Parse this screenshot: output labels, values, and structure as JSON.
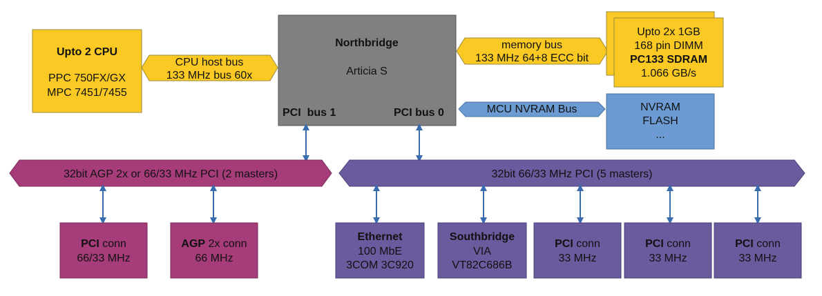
{
  "cpu": {
    "title": "Upto 2 CPU",
    "line1": "PPC 750FX/GX",
    "line2": "MPC 7451/7455"
  },
  "cpu_bus": {
    "line1": "CPU host bus",
    "line2": "133 MHz bus 60x"
  },
  "northbridge": {
    "title": "Northbridge",
    "chip": "Articia S",
    "pci1": "PCI  bus 1",
    "pci0": "PCI bus 0"
  },
  "memory_bus": {
    "line1": "memory bus",
    "line2": "133 MHz 64+8 ECC bit"
  },
  "sdram": {
    "line1": "Upto 2x 1GB",
    "line2": "168 pin DIMM",
    "line3": "PC133 SDRAM",
    "line4": "1.066 GB/s"
  },
  "mcu_bus": {
    "label": "MCU NVRAM Bus"
  },
  "nvram": {
    "line1": "NVRAM",
    "line2": "FLASH",
    "line3": "..."
  },
  "agp_bus": {
    "label": "32bit AGP 2x or 66/33 MHz PCI (2 masters)"
  },
  "pci_bus": {
    "label": "32bit 66/33 MHz PCI (5 masters)"
  },
  "pci_conn_left": {
    "bold": "PCI",
    "rest": " conn",
    "speed": "66/33 MHz"
  },
  "agp_conn": {
    "bold": "AGP",
    "rest": " 2x conn",
    "speed": "66 MHz"
  },
  "ethernet": {
    "title": "Ethernet",
    "line1": "100 MbE",
    "line2": "3COM 3C920"
  },
  "southbridge": {
    "title": "Southbridge",
    "line1": "VIA",
    "line2": "VT82C686B"
  },
  "pci_conn_a": {
    "bold": "PCI",
    "rest": " conn",
    "speed": "33 MHz"
  },
  "pci_conn_b": {
    "bold": "PCI",
    "rest": " conn",
    "speed": "33 MHz"
  },
  "pci_conn_c": {
    "bold": "PCI",
    "rest": " conn",
    "speed": "33 MHz"
  },
  "colors": {
    "yellow": "#fac923",
    "yellow_border": "#9b8a3a",
    "grey": "#808080",
    "grey_border": "#555555",
    "blue": "#6b9bd2",
    "blue_border": "#4b73a0",
    "magenta": "#a63d7a",
    "magenta_border": "#7a2a5a",
    "purple": "#6a5a9e",
    "purple_border": "#4c3f78",
    "arrow": "#3a6db0"
  }
}
